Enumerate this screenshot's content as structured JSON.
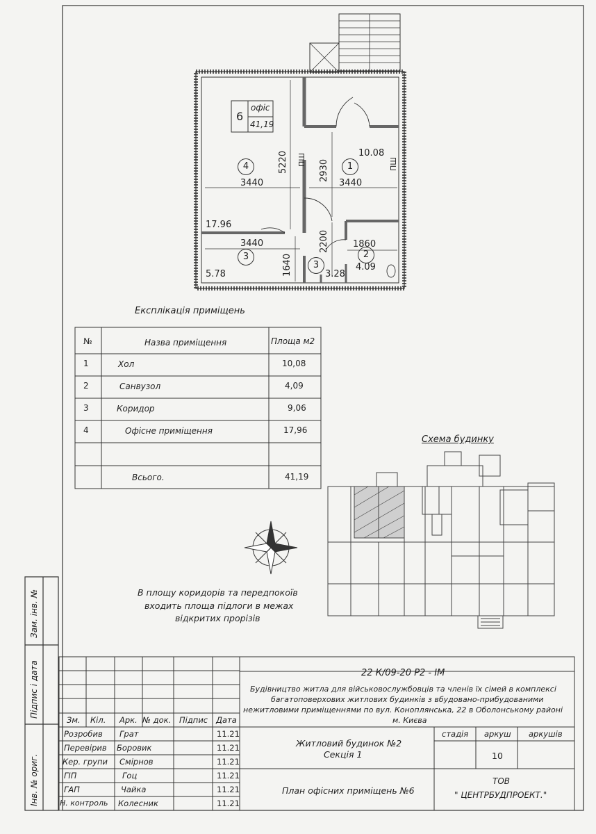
{
  "plan": {
    "office_number": "6",
    "office_label": "офіс",
    "office_area": "41,19",
    "dims": {
      "d_5220": "5220",
      "d_2930": "2930",
      "d_3440_a": "3440",
      "d_3440_b": "3440",
      "d_3440_c": "3440",
      "d_2200": "2200",
      "d_1860": "1860",
      "d_1640": "1640"
    },
    "areas": {
      "a_10_08": "10.08",
      "a_17_96": "17.96",
      "a_5_78": "5.78",
      "a_3_28": "3.28",
      "a_4_09": "4.09"
    },
    "room_marks": {
      "r4": "4",
      "r1": "1",
      "r3a": "3",
      "r3b": "3",
      "r2": "2"
    },
    "pshch": "ПШ"
  },
  "explication": {
    "title": "Експлікація приміщень",
    "headers": {
      "num": "№",
      "name": "Назва приміщення",
      "area": "Площа м2"
    },
    "rows": [
      {
        "num": "1",
        "name": "Хол",
        "area": "10,08"
      },
      {
        "num": "2",
        "name": "Санвузол",
        "area": "4,09"
      },
      {
        "num": "3",
        "name": "Коридор",
        "area": "9,06"
      },
      {
        "num": "4",
        "name": "Офісне приміщення",
        "area": "17,96"
      }
    ],
    "total_label": "Всього.",
    "total_value": "41,19"
  },
  "scheme": {
    "title": "Схема будинку"
  },
  "note": {
    "line1": "В площу коридорів та передпокоїв",
    "line2": "входить площа підлоги в межах",
    "line3": "відкритих прорізів"
  },
  "side_stamp": {
    "s1": "Зам. інв. №",
    "s2": "Підпис і дата",
    "s3": "Інв. № ориг."
  },
  "title_block": {
    "code": "22 К/09-20 Р2 - ІМ",
    "project_line1": "Будівництво житла для військовослужбовців та членів їх сімей в комплексі",
    "project_line2": "багатоповерхових житлових будинків з вбудовано-прибудованими",
    "project_line3": "нежитловими приміщеннями по вул. Коноплянська, 22 в Оболонському районі",
    "project_line4": "м. Києва",
    "headers": {
      "zm": "Зм.",
      "kil": "Кіл.",
      "ark": "Арк.",
      "ndok": "№ док.",
      "pidpys": "Підпис",
      "data": "Дата"
    },
    "people": [
      {
        "role": "Розробив",
        "name": "Грат",
        "date": "11.21"
      },
      {
        "role": "Перевірив",
        "name": "Боровик",
        "date": "11.21"
      },
      {
        "role": "Кер. групи",
        "name": "Смірнов",
        "date": "11.21"
      },
      {
        "role": "ГІП",
        "name": "Гоц",
        "date": "11.21"
      },
      {
        "role": "ГАП",
        "name": "Чайка",
        "date": "11.21"
      },
      {
        "role": "Н. контроль",
        "name": "Колесник",
        "date": "11.21"
      }
    ],
    "building_line1": "Житловий будинок №2",
    "building_line2": "Секція 1",
    "stage_label": "стадія",
    "sheet_label": "аркуш",
    "sheets_label": "аркушів",
    "sheet_value": "10",
    "drawing_title": "План офісних приміщень №6",
    "company_line1": "ТОВ",
    "company_line2": "\" ЦЕНТРБУДПРОЕКТ.\""
  }
}
